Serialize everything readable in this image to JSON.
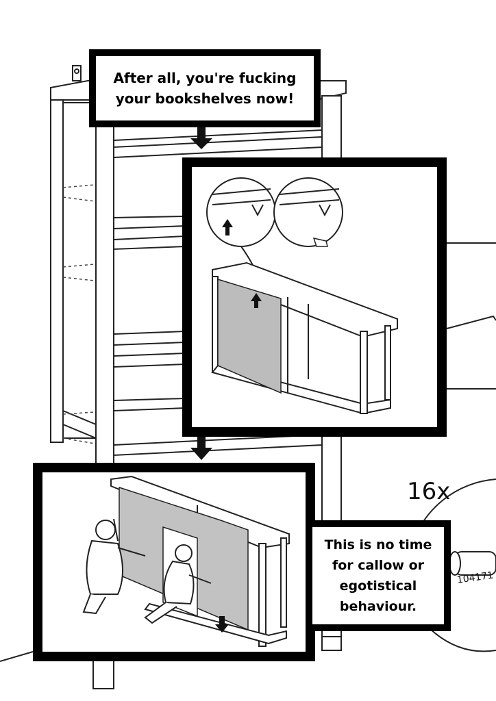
{
  "captions": {
    "top": [
      "After all, you're fucking",
      "your bookshelves now!"
    ],
    "bottom_right": [
      "This is no time",
      "for callow or",
      "egotistical",
      "behaviour."
    ]
  },
  "diagram_labels": {
    "quantity": "16x",
    "part_number": "104171"
  }
}
